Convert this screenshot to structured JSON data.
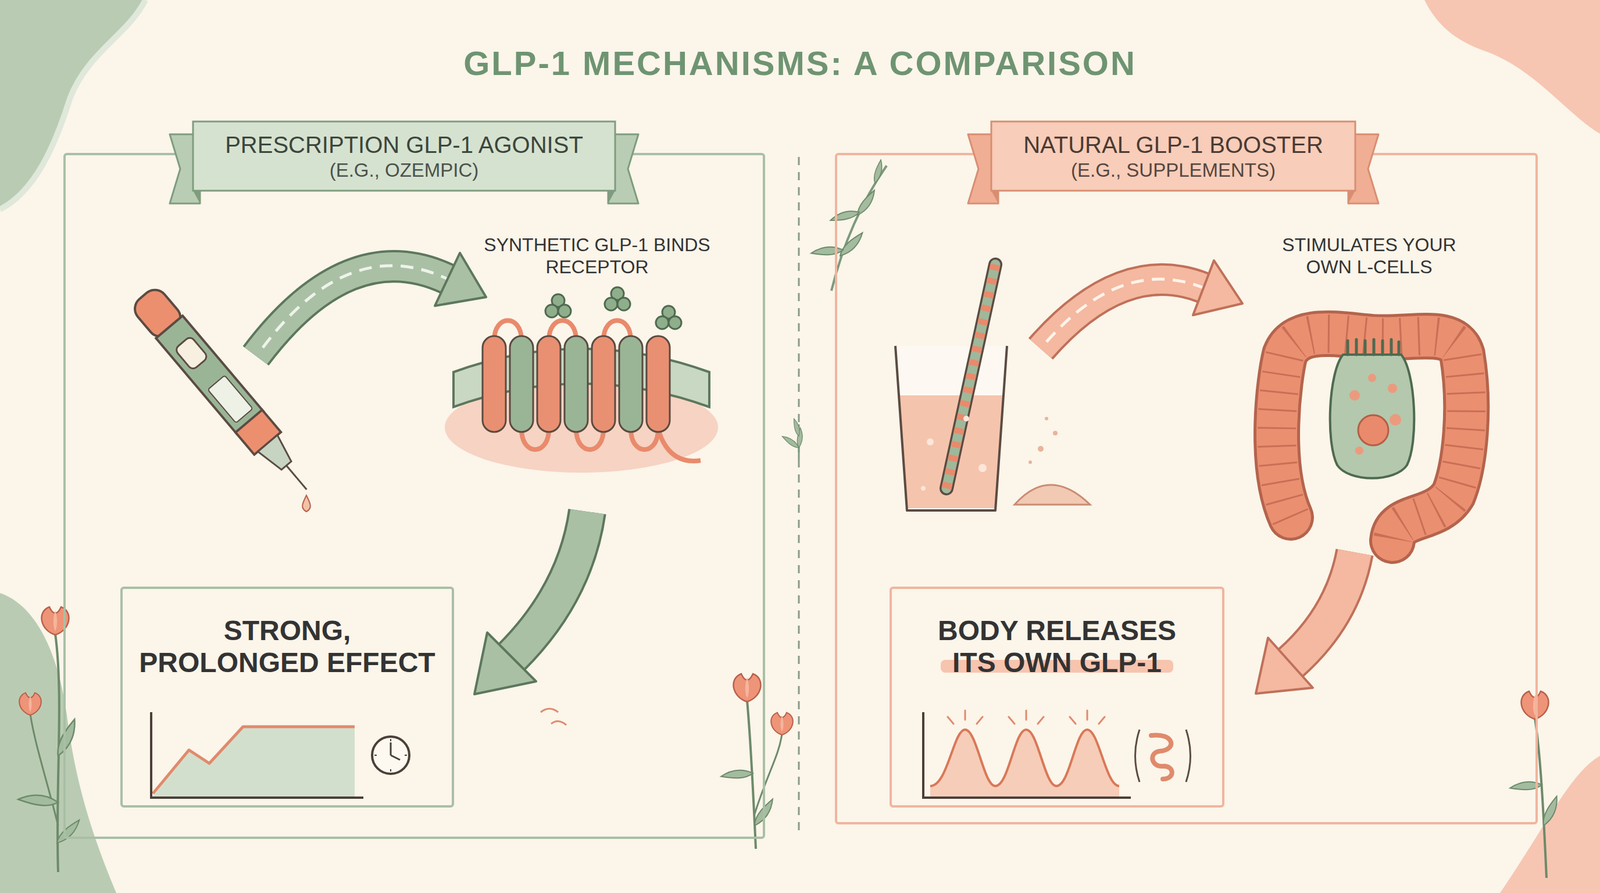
{
  "diagram": {
    "title": "GLP-1 MECHANISMS: A COMPARISON",
    "nodes": [
      {
        "text": [
          "PRESCRIPTION GLP-1 AGONIST",
          "(E.G., OZEMPIC)"
        ]
      },
      {
        "text": [
          "STRONG, PROLONGED EFFECT"
        ],
        "in": 0
      },
      {
        "text": [
          "NATURAL GLP-1 BOOSTER",
          "(E.G., SUPPLEMENTS)"
        ]
      },
      {
        "text": [
          "BODY RELEASES ITS OWN GLP-1"
        ],
        "in": 2
      }
    ],
    "labels": [
      "SYNTHETIC GLP-1 BINDS RECEPTOR",
      "STIMULATES YOUR OWN L-CELLS"
    ]
  }
}
